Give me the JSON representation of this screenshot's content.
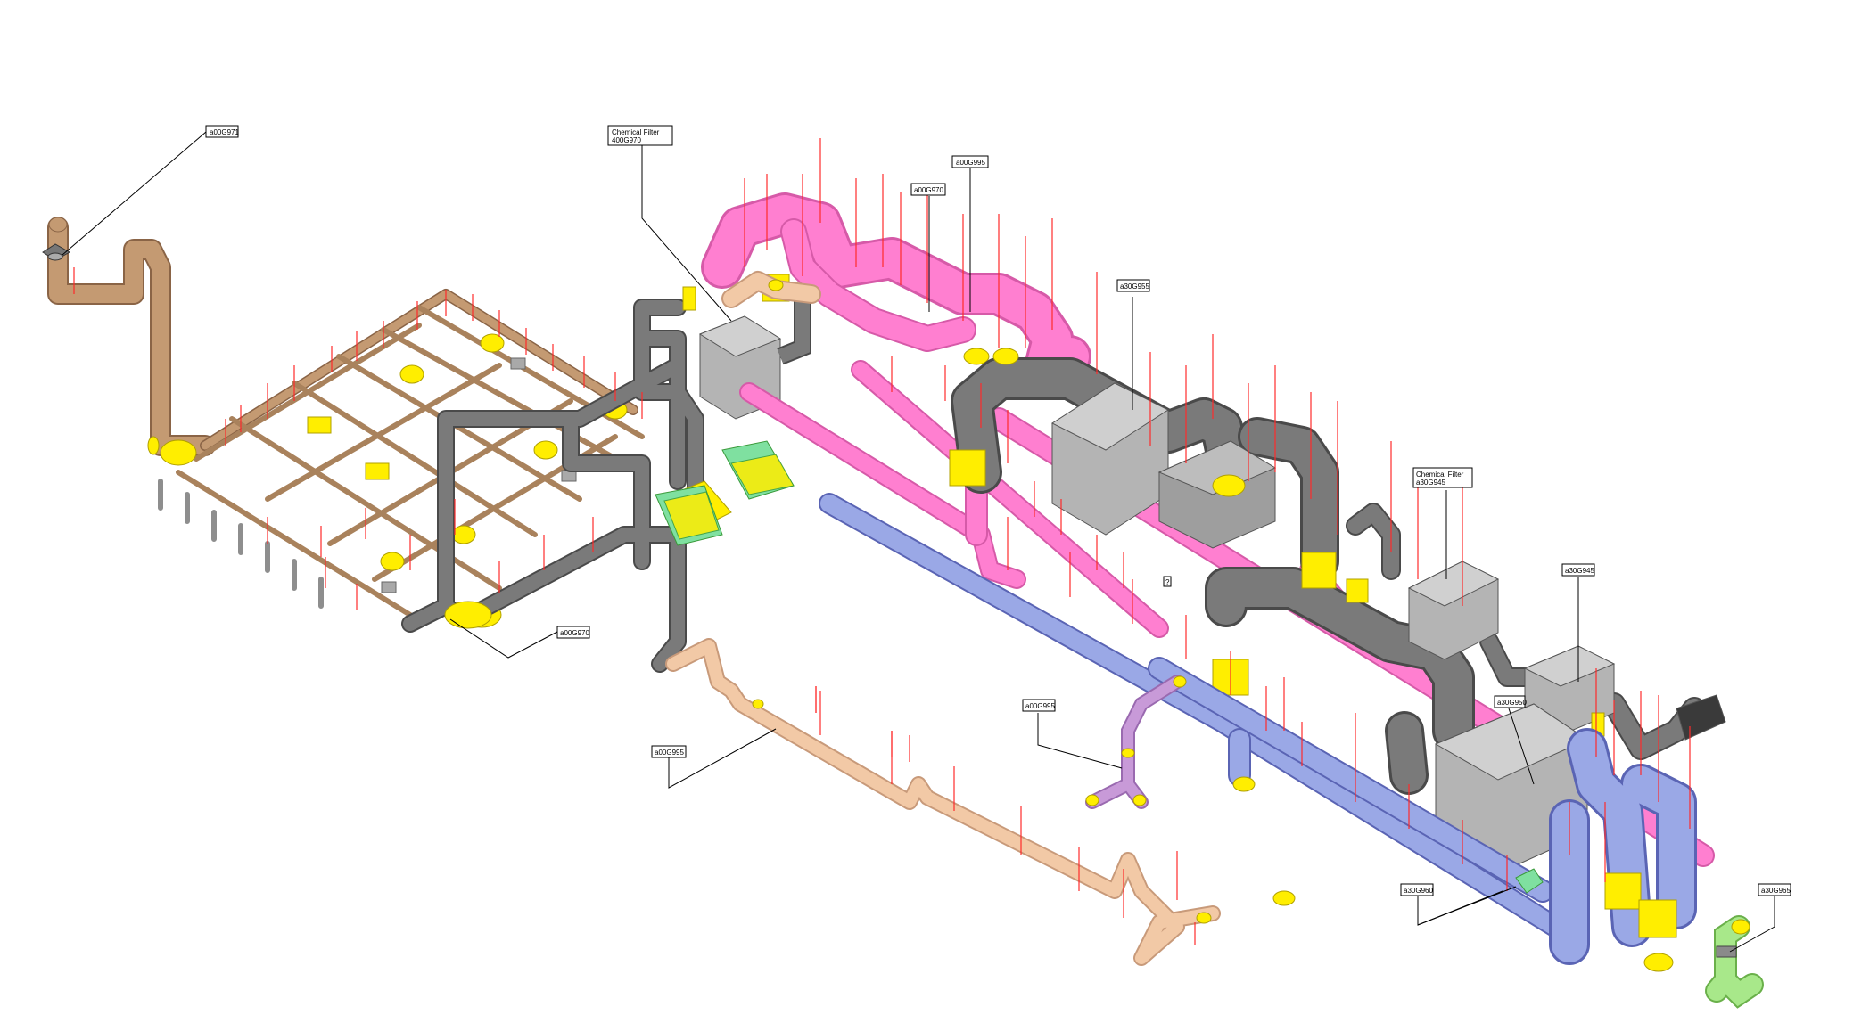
{
  "tags": {
    "t1": "a00G971",
    "t2a": "Chemical Filter",
    "t2b": "400G970",
    "t3": "a00G995",
    "t4": "a00G970",
    "t5": "a30G955",
    "t6a": "Chemical Filter",
    "t6b": "a30G945",
    "t7": "a30G945",
    "t8": "a00G970",
    "t9": "a30G950",
    "t10": "?",
    "t11": "a00G995",
    "t12": "a00G995",
    "t13": "a30G960",
    "t14": "a30G965"
  },
  "colors": {
    "exhaust_pink": "#ff7fd0",
    "duct_gray": "#7a7a7a",
    "supply_blue": "#9aa8e6",
    "brown_pipe": "#c49a72",
    "peach_pipe": "#f2c9a6",
    "purple_pipe": "#c89ad8",
    "green_pipe": "#a8e88a",
    "fitting_yellow": "#ffee00",
    "equipment_gray": "#b4b4b4",
    "riser_red": "#ff2a2a"
  }
}
